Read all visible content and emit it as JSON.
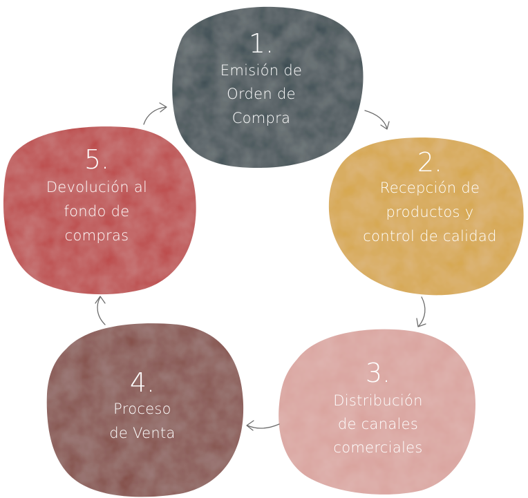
{
  "steps": [
    {
      "number": "1.",
      "lines": [
        "Emisión de",
        "Orden de",
        "Compra"
      ],
      "color": "#36474d"
    },
    {
      "number": "2.",
      "lines": [
        "Recepción de",
        "productos y",
        "control de calidad"
      ],
      "color": "#d6a545"
    },
    {
      "number": "3.",
      "lines": [
        "Distribución",
        "de canales",
        "comerciales"
      ],
      "color": "#d9a29c"
    },
    {
      "number": "4.",
      "lines": [
        "Proceso",
        "de Venta"
      ],
      "color": "#834c45"
    },
    {
      "number": "5.",
      "lines": [
        "Devolución al",
        "fondo de",
        "compras"
      ],
      "color": "#bb4343"
    }
  ]
}
